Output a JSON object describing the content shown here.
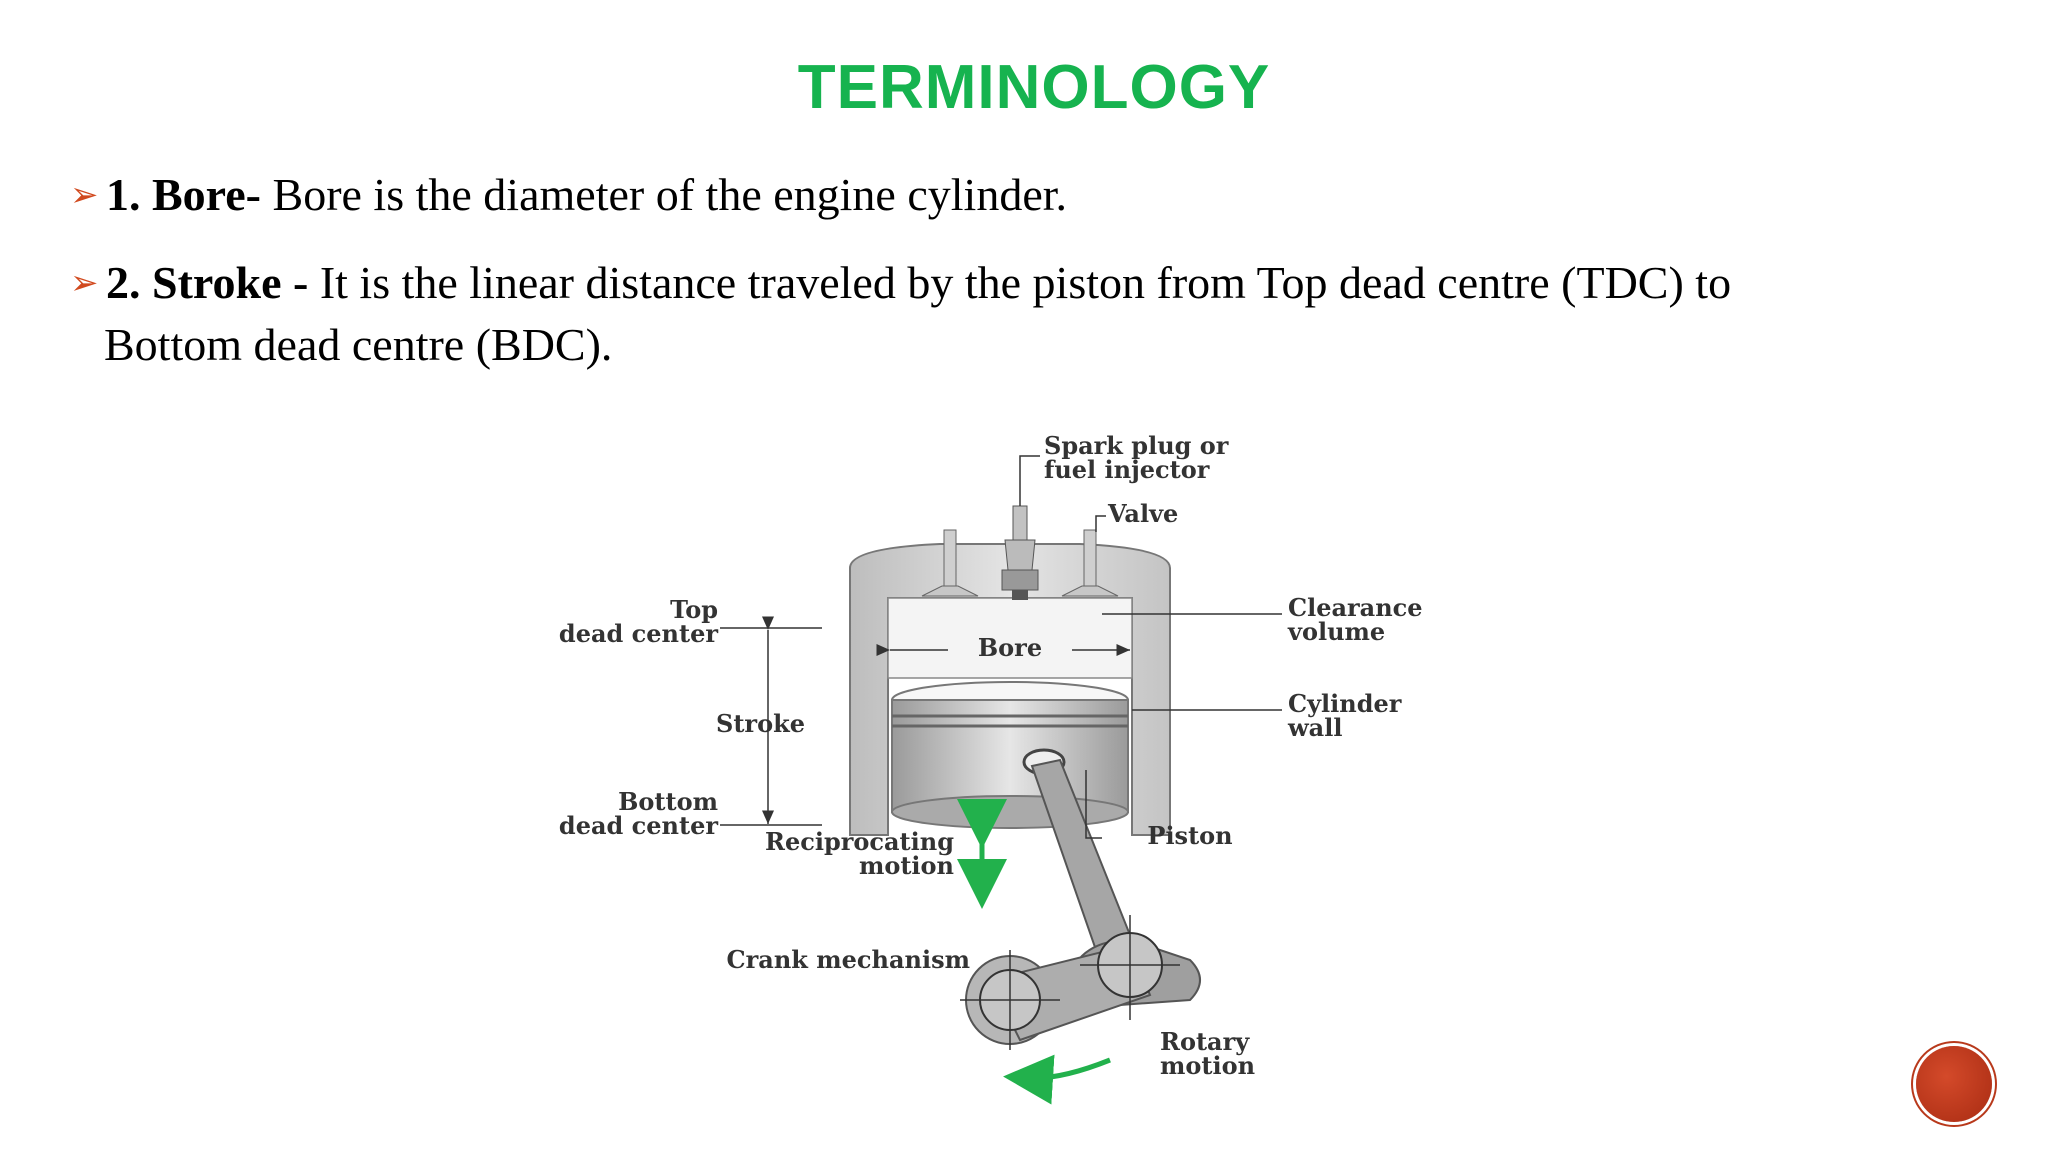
{
  "slide": {
    "title": "TERMINOLOGY"
  },
  "bullets": [
    {
      "term": "1. Bore-",
      "text": " Bore is the diameter of the engine cylinder."
    },
    {
      "term": "2. Stroke -",
      "text": " It is the linear distance traveled by the piston from Top dead centre (TDC) to",
      "continuation": "Bottom dead centre (BDC)."
    }
  ],
  "diagram": {
    "labels": {
      "spark_plug_1": "Spark plug or",
      "spark_plug_2": "fuel injector",
      "valve": "Valve",
      "clearance_1": "Clearance",
      "clearance_2": "volume",
      "top_dc_1": "Top",
      "top_dc_2": "dead center",
      "bore": "Bore",
      "cylinder_wall_1": "Cylinder",
      "cylinder_wall_2": "wall",
      "stroke": "Stroke",
      "bottom_dc_1": "Bottom",
      "bottom_dc_2": "dead center",
      "reciprocating_1": "Reciprocating",
      "reciprocating_2": "motion",
      "piston": "Piston",
      "crank": "Crank mechanism",
      "rotary_1": "Rotary",
      "rotary_2": "motion"
    },
    "colors": {
      "motion_arrow": "#22b14c",
      "metal": "#c9c9c9",
      "wall": "#d6d6d6"
    }
  }
}
